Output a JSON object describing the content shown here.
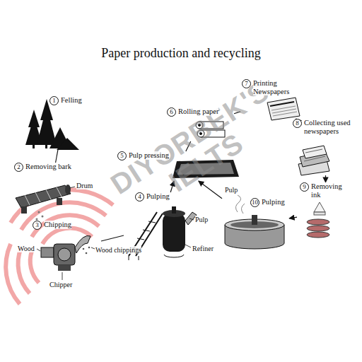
{
  "diagram": {
    "title": "Paper production and recycling",
    "nodes": [
      {
        "text": [
          "1",
          "Felling"
        ]
      },
      {
        "text": [
          "2",
          "Removing bark"
        ]
      },
      {
        "text": [
          "3",
          "Chipping"
        ]
      },
      {
        "text": [
          "4",
          "Pulping"
        ]
      },
      {
        "text": [
          "5",
          "Pulp pressing"
        ]
      },
      {
        "text": [
          "6",
          "Rolling paper"
        ]
      },
      {
        "text": [
          "7",
          "Printing Newspapers"
        ]
      },
      {
        "text": [
          "8",
          "Collecting used newspapers"
        ]
      },
      {
        "text": [
          "9",
          "Removing ink"
        ]
      },
      {
        "text": [
          "10",
          "Pulping"
        ]
      }
    ],
    "edges": [
      {
        "from": 0,
        "to": 1,
        "arrow": "none"
      },
      {
        "from": 2,
        "to": 3,
        "arrow": "none"
      },
      {
        "from": 3,
        "to": 4,
        "arrow": "to"
      },
      {
        "from": 4,
        "to": 5,
        "arrow": "none"
      },
      {
        "from": 5,
        "to": 6,
        "arrow": "none"
      },
      {
        "from": 6,
        "to": 7,
        "arrow": "to"
      },
      {
        "from": 7,
        "to": 8,
        "arrow": "to"
      },
      {
        "from": 8,
        "to": 9,
        "arrow": "to"
      },
      {
        "from": 9,
        "to": 4,
        "arrow": "to"
      }
    ],
    "labels": [
      "Drum",
      "Wood",
      "Wood chippings",
      "Chipper",
      "Pulp",
      "Refiner",
      "Pulp",
      "DIYORBEK'S IELTS"
    ]
  }
}
